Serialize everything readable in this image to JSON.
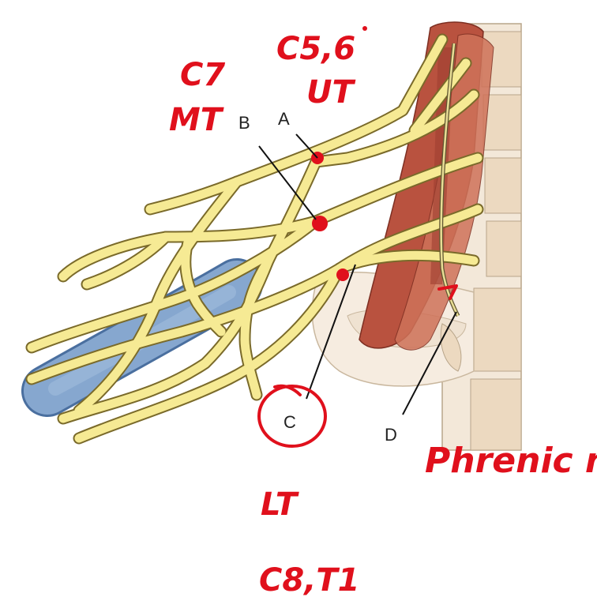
{
  "diagram": {
    "labels": {
      "a": "A",
      "b": "B",
      "c": "C",
      "d": "D"
    },
    "annotations": {
      "top_left_line1": "C7",
      "top_left_line2": "MT",
      "top_right_line1": "C5,6",
      "top_right_line2": "UT",
      "bottom_line1": "LT",
      "bottom_line2": "C8,T1",
      "phrenic": "Phrenic n"
    },
    "colors": {
      "nerve": "#f6ea94",
      "muscle": "#b9523f",
      "bone": "#f3e8d9",
      "artery": "#7fa0c8",
      "annotation": "#e0101c"
    }
  }
}
